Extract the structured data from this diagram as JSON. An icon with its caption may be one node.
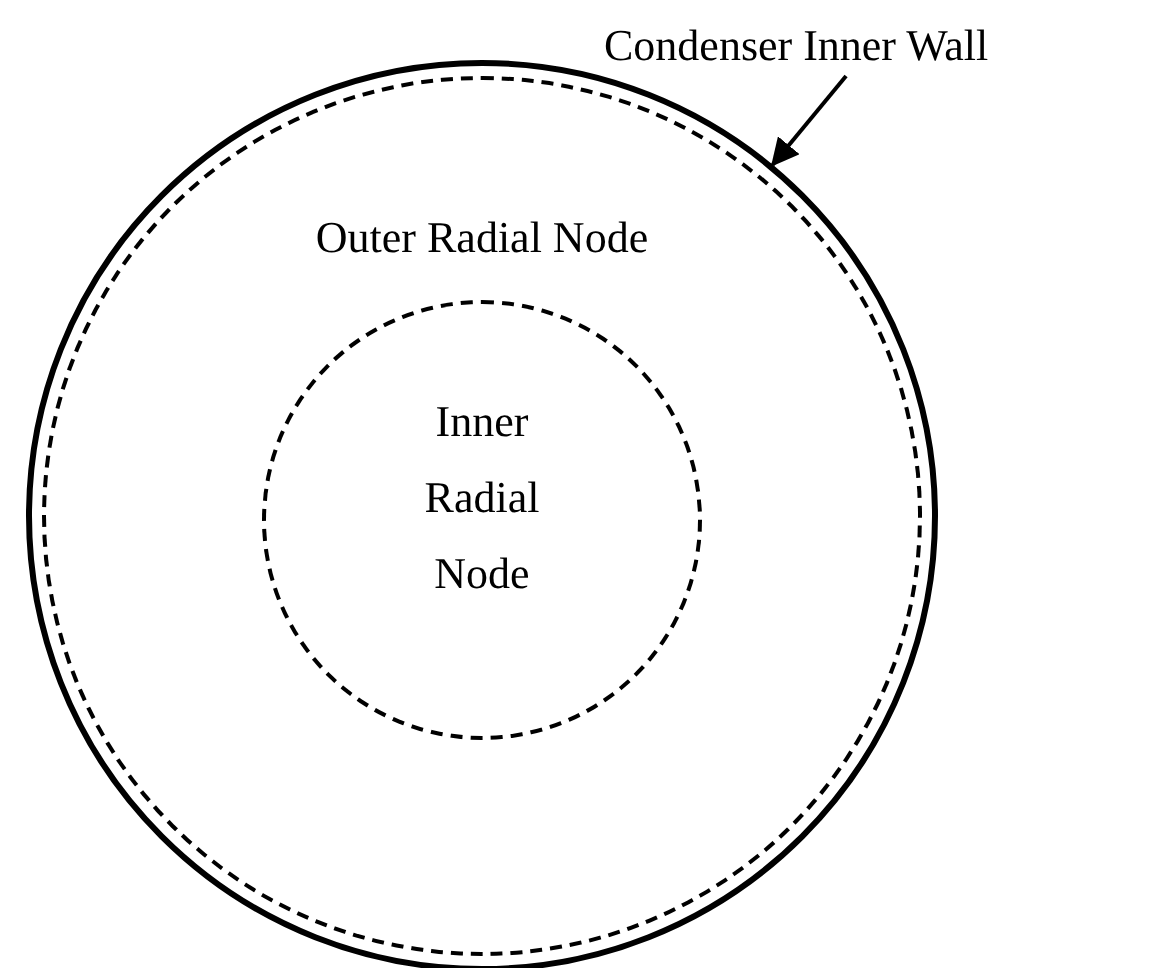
{
  "diagram": {
    "nodes": [
      {
        "text": [
          "Condenser Inner Wall"
        ]
      },
      {
        "text": [],
        "shape": "circle"
      },
      {
        "text": [
          "Outer Radial Node"
        ],
        "in": 1
      },
      {
        "text": [
          "Inner Radial Node"
        ],
        "in": 2
      }
    ],
    "edges": [
      {
        "from": 0,
        "to": 1,
        "arrow": "to"
      }
    ]
  }
}
